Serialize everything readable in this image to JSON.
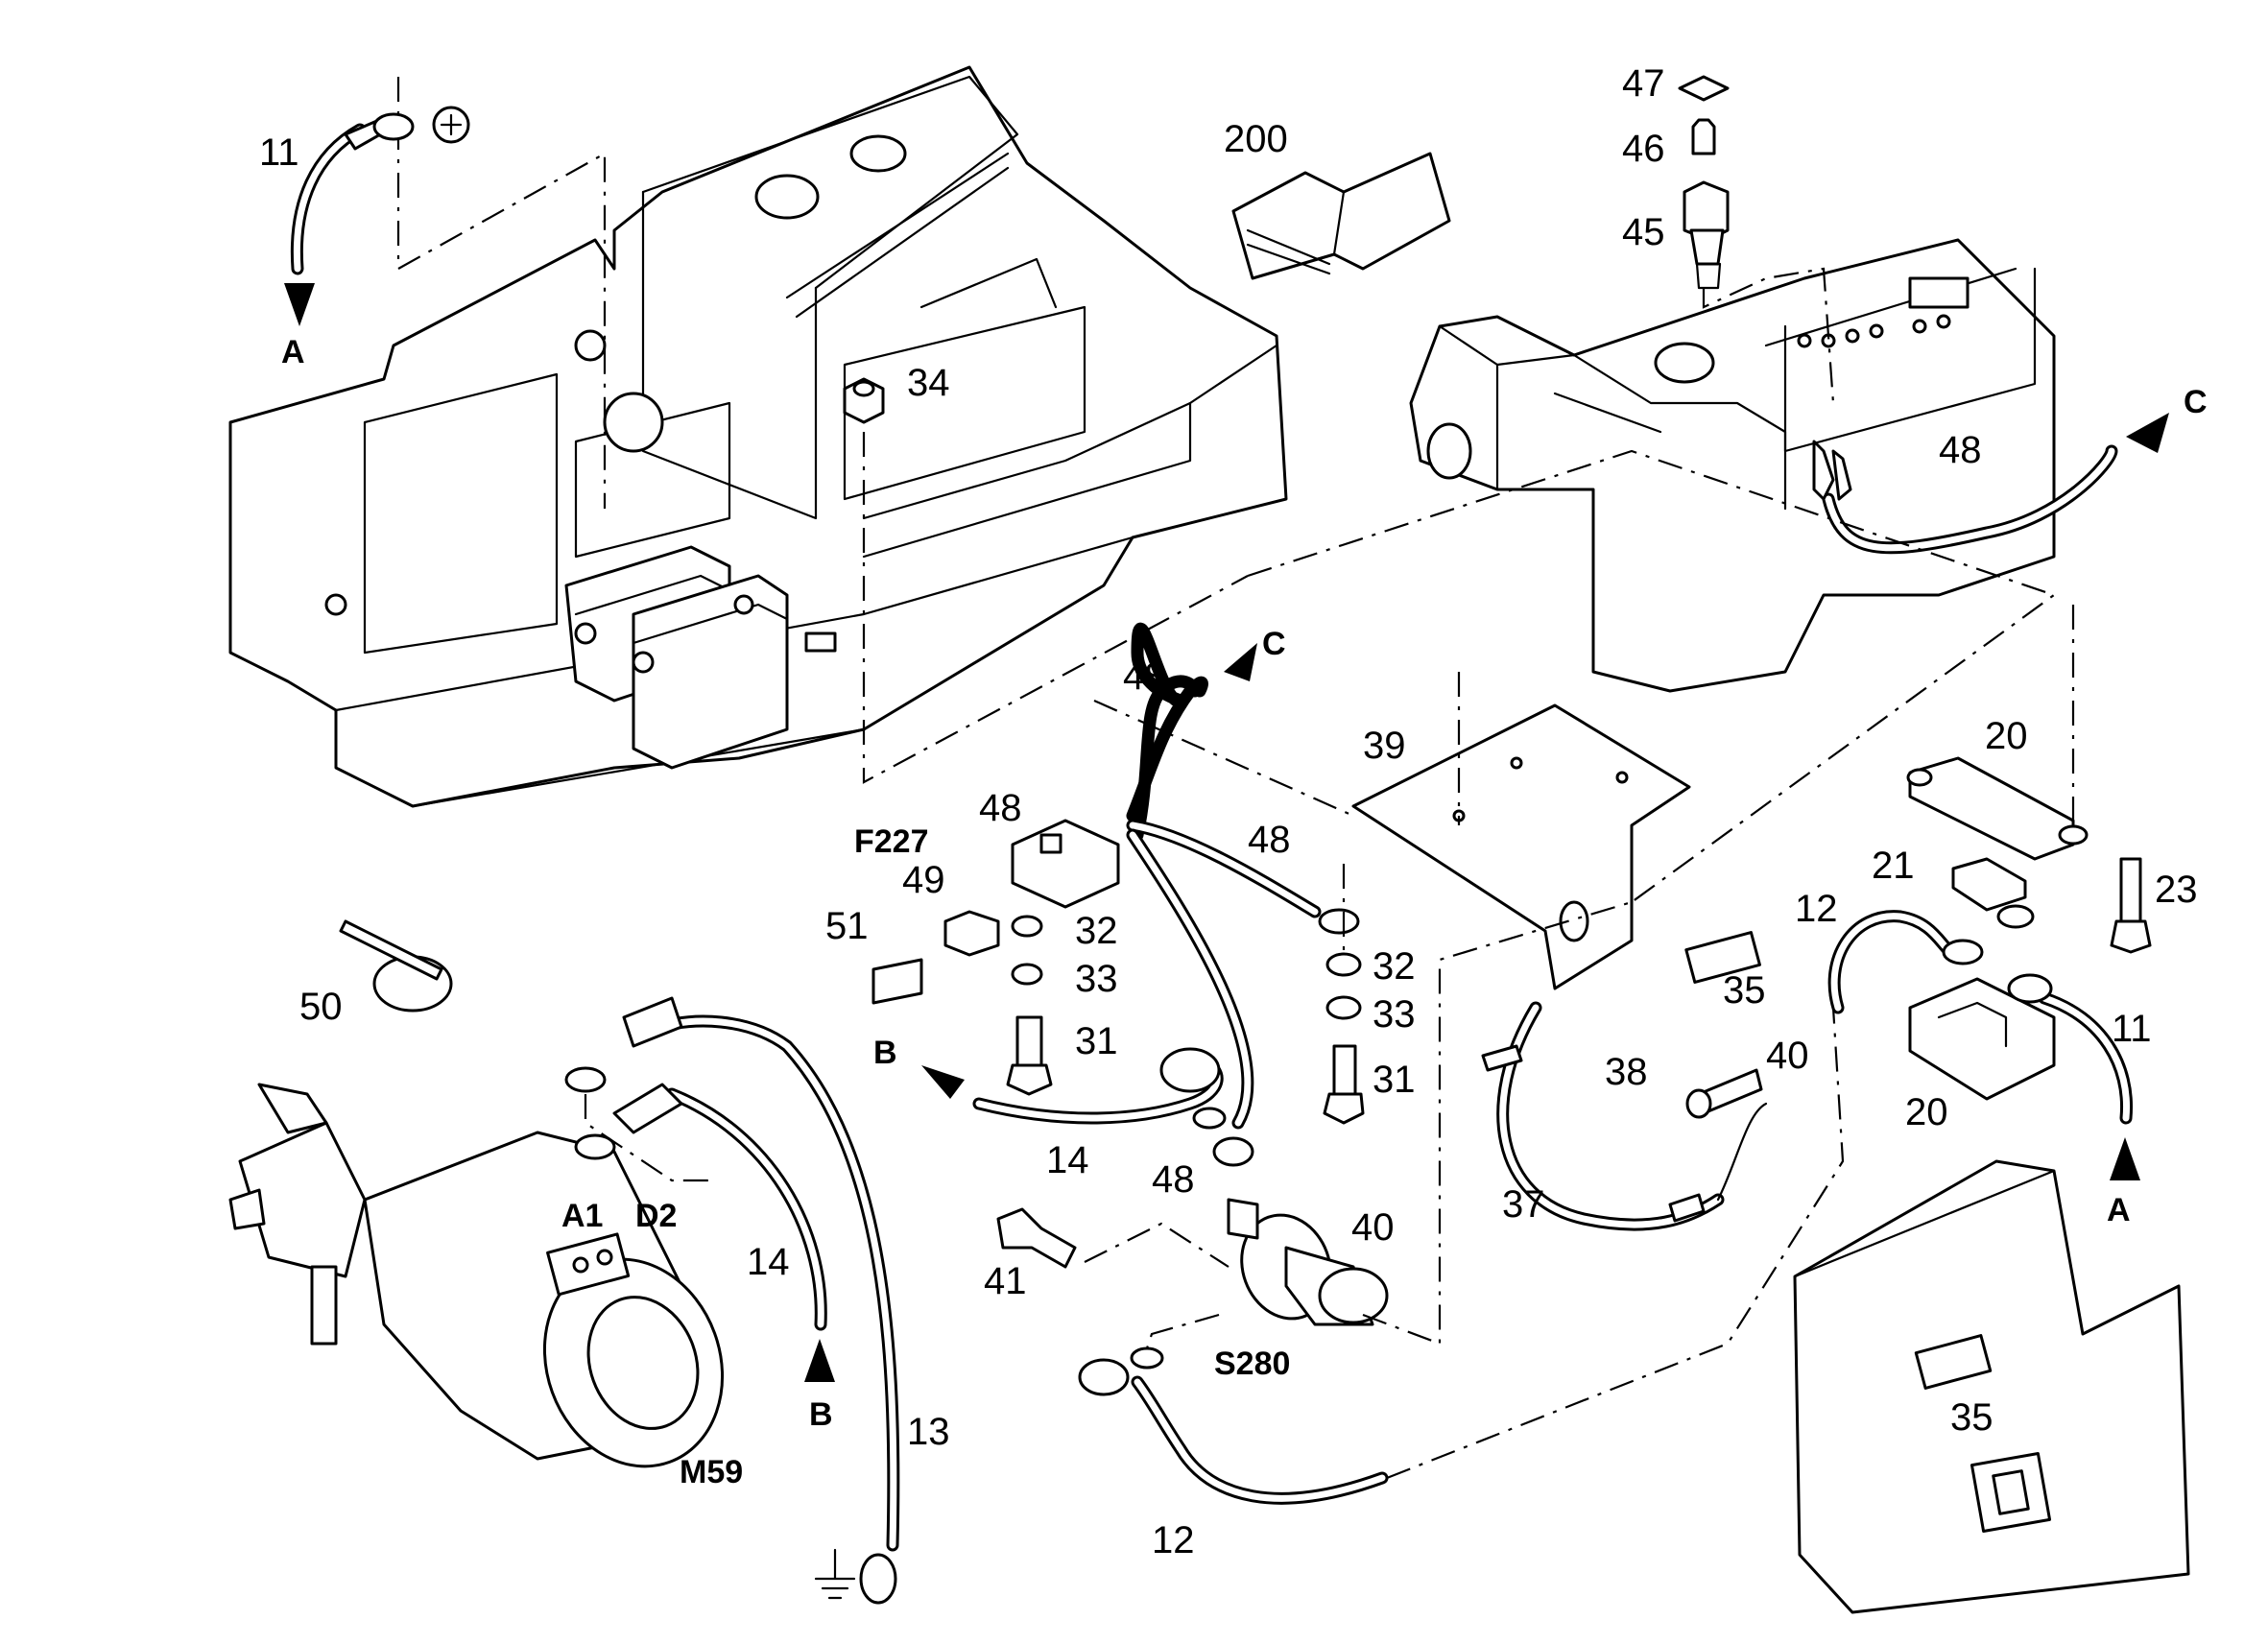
{
  "labels": {
    "p11a": "11",
    "pA1": "A",
    "p200": "200",
    "p47": "47",
    "p46": "46",
    "p45": "45",
    "p34": "34",
    "pC1": "C",
    "p48a": "48",
    "p48b": "48",
    "pC2": "C",
    "p39": "39",
    "p48c": "48",
    "pF227": "F227",
    "p48d": "48",
    "p49": "49",
    "p51": "51",
    "p32a": "32",
    "p33a": "33",
    "p31a": "31",
    "p32b": "32",
    "p33b": "33",
    "p31b": "31",
    "p20a": "20",
    "p21": "21",
    "p23": "23",
    "p12a": "12",
    "p35a": "35",
    "p11b": "11",
    "p20b": "20",
    "pA2": "A",
    "p50": "50",
    "pB1": "B",
    "p14a": "14",
    "p38": "38",
    "p40a": "40",
    "p37": "37",
    "p48e": "48",
    "p40b": "40",
    "p41": "41",
    "pS280": "S280",
    "pA1b": "A1",
    "pD2": "D2",
    "p14b": "14",
    "pB2": "B",
    "p13": "13",
    "pM59": "M59",
    "p12b": "12",
    "p35b": "35"
  },
  "symbols": {
    "plus": "plus-symbol-icon",
    "ground": "ground-symbol-icon"
  }
}
